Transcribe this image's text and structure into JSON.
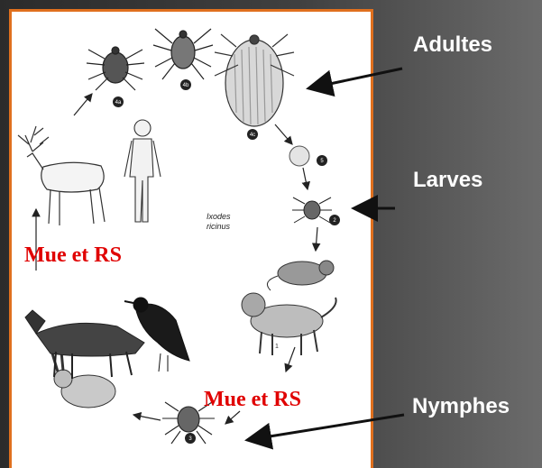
{
  "labels": {
    "adults": "Adultes",
    "larvae": "Larves",
    "nymphs": "Nymphes",
    "molt_left": "Mue et RS",
    "molt_bottom": "Mue et RS"
  },
  "species": {
    "line1": "Ixodes",
    "line2": "ricinus"
  },
  "stage_markers": {
    "adult_female": "4a",
    "adult_male": "4b",
    "adult_engorged": "4c",
    "egg": "5",
    "larva": "2",
    "nymph": "3",
    "host_small": "1"
  },
  "colors": {
    "panel_border": "#e0701e",
    "molt_text": "#e00000",
    "side_text": "#ffffff"
  }
}
